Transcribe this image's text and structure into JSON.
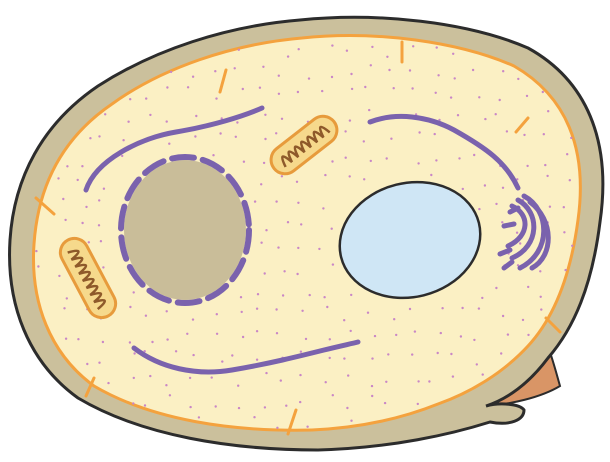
{
  "diagram": {
    "subject": "plant-cell",
    "labels": [],
    "structures": [
      "cell-wall",
      "plasma-membrane",
      "cytoplasm",
      "nucleus",
      "nuclear-envelope",
      "vacuole",
      "mitochondrion",
      "mitochondrion",
      "endoplasmic-reticulum",
      "endoplasmic-reticulum",
      "endoplasmic-reticulum",
      "golgi-apparatus",
      "cell-wall-tail"
    ]
  },
  "colors": {
    "cell_wall": "#cbc09c",
    "cell_wall_outline": "#2c2c2c",
    "membrane": "#f4a23e",
    "cytoplasm": "#fbf0c4",
    "cytoplasm_dots": "#c987c6",
    "nucleus": "#c9bd99",
    "nuclear_envelope": "#7a62ad",
    "vacuole": "#cfe6f5",
    "vacuole_outline": "#2c2c2c",
    "mitochondrion_fill": "#f6d98c",
    "mitochondrion_outline": "#e79b3c",
    "cristae": "#8e5a2a",
    "er": "#7a62ad",
    "golgi": "#7a62ad",
    "wall_tail": "#d99566"
  }
}
